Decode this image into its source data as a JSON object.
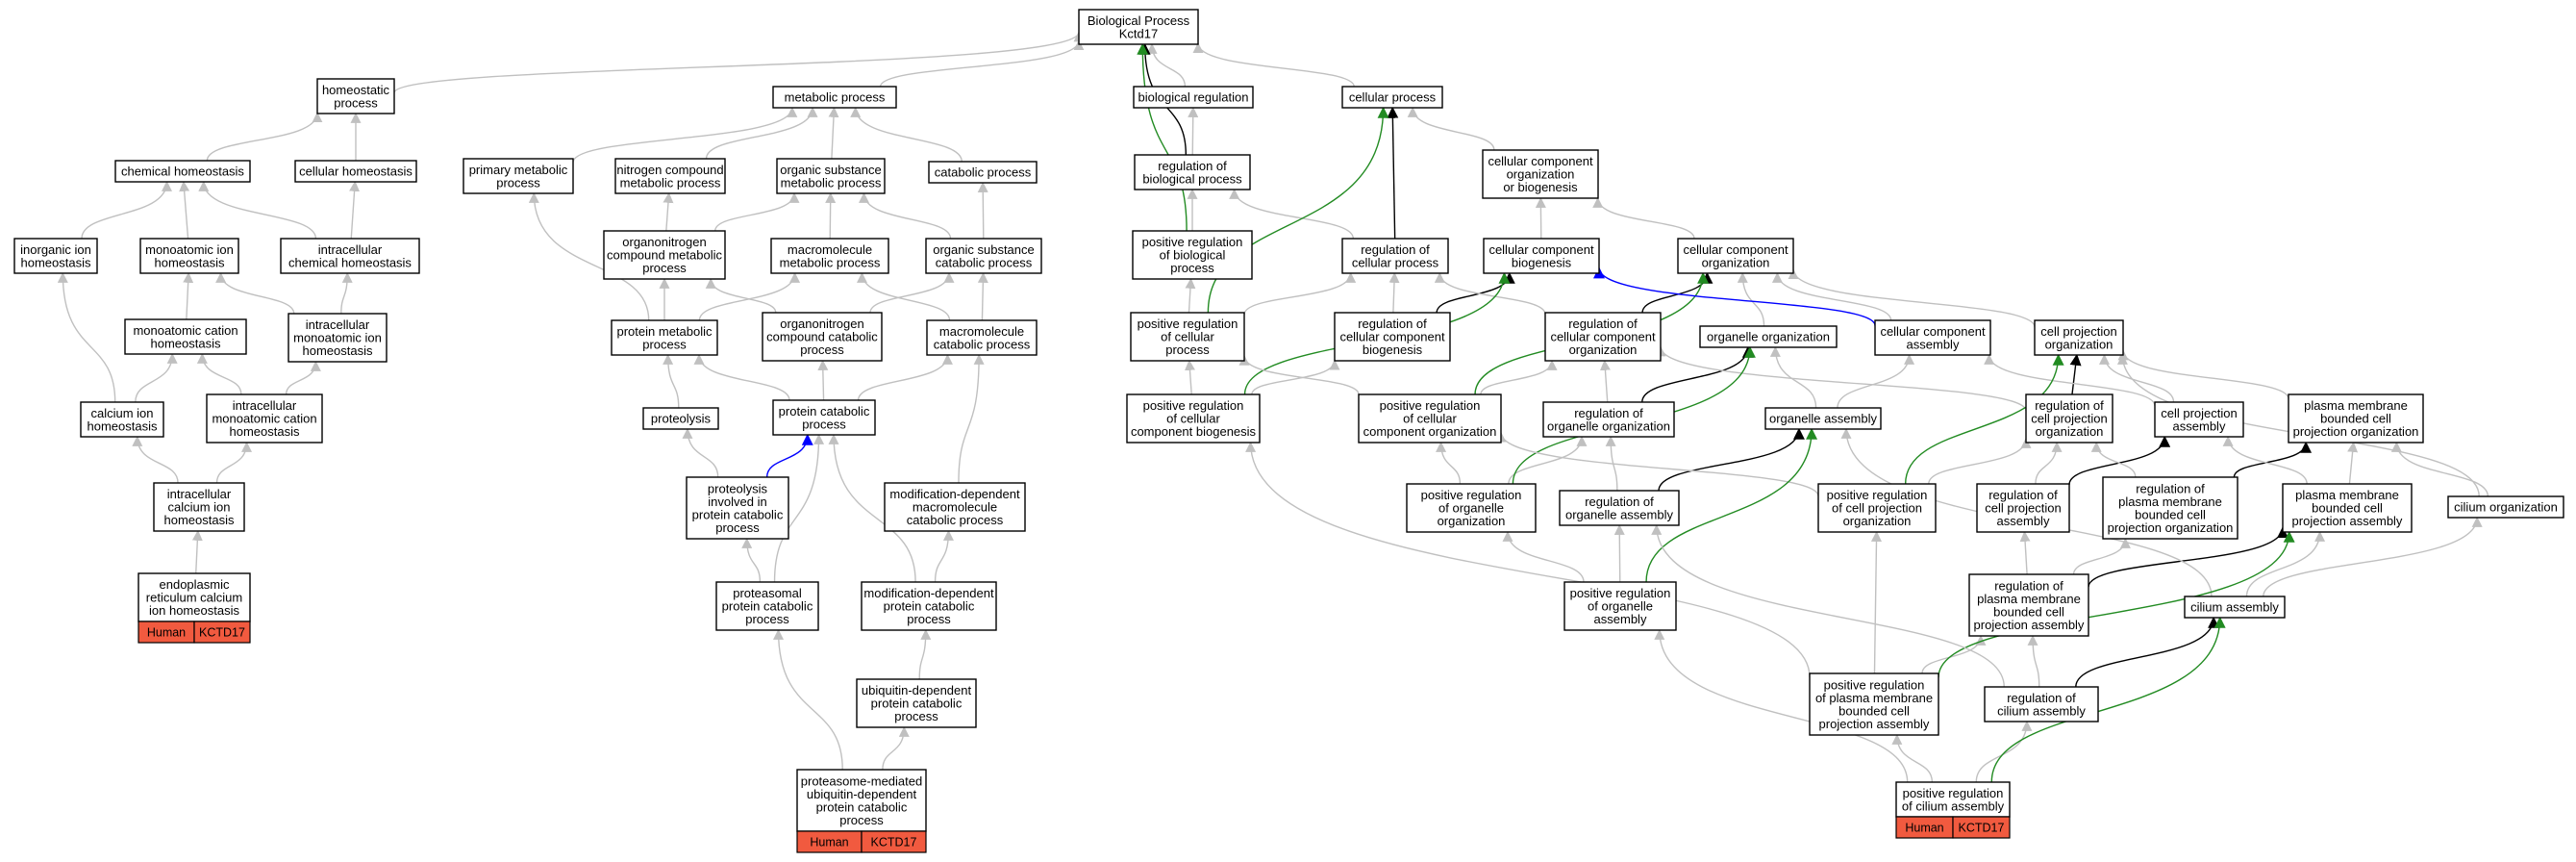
{
  "colors": {
    "gray": "#c0c0c0",
    "black": "#000000",
    "green": "#228b22",
    "blue": "#0000ff",
    "badge": "#f15a3f"
  },
  "badges": {
    "organism": "Human",
    "gene": "KCTD17"
  },
  "nodes": {
    "bp": [
      "Biological Process",
      "Kctd17"
    ],
    "homeostatic": [
      "homeostatic",
      "process"
    ],
    "chem_homeo": [
      "chemical homeostasis"
    ],
    "cell_homeo": [
      "cellular homeostasis"
    ],
    "inorg_ion": [
      "inorganic ion",
      "homeostasis"
    ],
    "monoatomic_ion": [
      "monoatomic ion",
      "homeostasis"
    ],
    "intra_chem": [
      "intracellular",
      "chemical homeostasis"
    ],
    "mono_cation": [
      "monoatomic cation",
      "homeostasis"
    ],
    "intra_mono_ion": [
      "intracellular",
      "monoatomic ion",
      "homeostasis"
    ],
    "calcium_ion": [
      "calcium ion",
      "homeostasis"
    ],
    "intra_mono_cation": [
      "intracellular",
      "monoatomic cation",
      "homeostasis"
    ],
    "intra_calcium": [
      "intracellular",
      "calcium ion",
      "homeostasis"
    ],
    "er_calcium": [
      "endoplasmic",
      "reticulum calcium",
      "ion homeostasis"
    ],
    "metabolic": [
      "metabolic process"
    ],
    "primary_met": [
      "primary metabolic",
      "process"
    ],
    "nitrogen_met": [
      "nitrogen compound",
      "metabolic process"
    ],
    "org_sub_met": [
      "organic substance",
      "metabolic process"
    ],
    "catabolic": [
      "catabolic process"
    ],
    "orgN_met": [
      "organonitrogen",
      "compound metabolic",
      "process"
    ],
    "macro_met": [
      "macromolecule",
      "metabolic process"
    ],
    "org_sub_cat": [
      "organic substance",
      "catabolic process"
    ],
    "protein_met": [
      "protein metabolic",
      "process"
    ],
    "orgN_cat": [
      "organonitrogen",
      "compound catabolic",
      "process"
    ],
    "macro_cat": [
      "macromolecule",
      "catabolic process"
    ],
    "proteolysis": [
      "proteolysis"
    ],
    "protein_cat": [
      "protein catabolic",
      "process"
    ],
    "proteolysis_pc": [
      "proteolysis",
      "involved in",
      "protein catabolic",
      "process"
    ],
    "moddep_macro": [
      "modification-dependent",
      "macromolecule",
      "catabolic process"
    ],
    "proteasomal": [
      "proteasomal",
      "protein catabolic",
      "process"
    ],
    "moddep_protein": [
      "modification-dependent",
      "protein catabolic",
      "process"
    ],
    "ubiq_dep": [
      "ubiquitin-dependent",
      "protein catabolic",
      "process"
    ],
    "proteasome_ubiq": [
      "proteasome-mediated",
      "ubiquitin-dependent",
      "protein catabolic",
      "process"
    ],
    "bio_reg": [
      "biological regulation"
    ],
    "reg_bio": [
      "regulation of",
      "biological process"
    ],
    "pos_reg_bio": [
      "positive regulation",
      "of biological",
      "process"
    ],
    "cellular_proc": [
      "cellular process"
    ],
    "reg_cell_proc": [
      "regulation of",
      "cellular process"
    ],
    "pos_reg_cell": [
      "positive regulation",
      "of cellular",
      "process"
    ],
    "cc_org_bio": [
      "cellular component",
      "organization",
      "or biogenesis"
    ],
    "cc_biogenesis": [
      "cellular component",
      "biogenesis"
    ],
    "cc_organization": [
      "cellular component",
      "organization"
    ],
    "reg_cc_bio": [
      "regulation of",
      "cellular component",
      "biogenesis"
    ],
    "reg_cc_org": [
      "regulation of",
      "cellular component",
      "organization"
    ],
    "pos_reg_cc_bio": [
      "positive regulation",
      "of cellular",
      "component biogenesis"
    ],
    "pos_reg_cc_org": [
      "positive regulation",
      "of cellular",
      "component organization"
    ],
    "organelle_org": [
      "organelle organization"
    ],
    "cc_assembly": [
      "cellular component",
      "assembly"
    ],
    "cell_proj_org": [
      "cell projection",
      "organization"
    ],
    "reg_organelle_org": [
      "regulation of",
      "organelle organization"
    ],
    "organelle_assembly": [
      "organelle assembly"
    ],
    "reg_cell_proj_org": [
      "regulation of",
      "cell projection",
      "organization"
    ],
    "cell_proj_assembly": [
      "cell projection",
      "assembly"
    ],
    "pm_proj_org": [
      "plasma membrane",
      "bounded cell",
      "projection organization"
    ],
    "pos_reg_organelle_org": [
      "positive regulation",
      "of organelle",
      "organization"
    ],
    "reg_organelle_assembly": [
      "regulation of",
      "organelle assembly"
    ],
    "pos_reg_cell_proj_org": [
      "positive regulation",
      "of cell projection",
      "organization"
    ],
    "reg_cell_proj_assembly": [
      "regulation of",
      "cell projection",
      "assembly"
    ],
    "reg_pm_proj_org": [
      "regulation of",
      "plasma membrane",
      "bounded cell",
      "projection organization"
    ],
    "pm_proj_assembly": [
      "plasma membrane",
      "bounded cell",
      "projection assembly"
    ],
    "cilium_org": [
      "cilium organization"
    ],
    "pos_reg_organelle_assembly": [
      "positive regulation",
      "of organelle",
      "assembly"
    ],
    "reg_pm_proj_assembly": [
      "regulation of",
      "plasma membrane",
      "bounded cell",
      "projection assembly"
    ],
    "cilium_assembly": [
      "cilium assembly"
    ],
    "pos_reg_pm_proj_assembly": [
      "positive regulation",
      "of plasma membrane",
      "bounded cell",
      "projection assembly"
    ],
    "reg_cilium_assembly": [
      "regulation of",
      "cilium assembly"
    ],
    "pos_reg_cilium_assembly": [
      "positive regulation",
      "of cilium assembly"
    ]
  },
  "edges": [
    [
      "homeostatic",
      "bp",
      "gray"
    ],
    [
      "metabolic",
      "bp",
      "gray"
    ],
    [
      "bio_reg",
      "bp",
      "gray"
    ],
    [
      "cellular_proc",
      "bp",
      "gray"
    ],
    [
      "reg_bio",
      "bp",
      "black"
    ],
    [
      "pos_reg_bio",
      "bp",
      "green"
    ],
    [
      "chem_homeo",
      "homeostatic",
      "gray"
    ],
    [
      "cell_homeo",
      "homeostatic",
      "gray"
    ],
    [
      "inorg_ion",
      "chem_homeo",
      "gray"
    ],
    [
      "monoatomic_ion",
      "chem_homeo",
      "gray"
    ],
    [
      "intra_chem",
      "chem_homeo",
      "gray"
    ],
    [
      "intra_chem",
      "cell_homeo",
      "gray"
    ],
    [
      "mono_cation",
      "monoatomic_ion",
      "gray"
    ],
    [
      "intra_mono_ion",
      "monoatomic_ion",
      "gray"
    ],
    [
      "intra_mono_ion",
      "intra_chem",
      "gray"
    ],
    [
      "calcium_ion",
      "inorg_ion",
      "gray"
    ],
    [
      "calcium_ion",
      "mono_cation",
      "gray"
    ],
    [
      "intra_mono_cation",
      "mono_cation",
      "gray"
    ],
    [
      "intra_mono_cation",
      "intra_mono_ion",
      "gray"
    ],
    [
      "intra_calcium",
      "calcium_ion",
      "gray"
    ],
    [
      "intra_calcium",
      "intra_mono_cation",
      "gray"
    ],
    [
      "er_calcium",
      "intra_calcium",
      "gray"
    ],
    [
      "primary_met",
      "metabolic",
      "gray"
    ],
    [
      "nitrogen_met",
      "metabolic",
      "gray"
    ],
    [
      "org_sub_met",
      "metabolic",
      "gray"
    ],
    [
      "catabolic",
      "metabolic",
      "gray"
    ],
    [
      "orgN_met",
      "nitrogen_met",
      "gray"
    ],
    [
      "orgN_met",
      "org_sub_met",
      "gray"
    ],
    [
      "macro_met",
      "org_sub_met",
      "gray"
    ],
    [
      "org_sub_cat",
      "org_sub_met",
      "gray"
    ],
    [
      "org_sub_cat",
      "catabolic",
      "gray"
    ],
    [
      "protein_met",
      "primary_met",
      "gray"
    ],
    [
      "protein_met",
      "orgN_met",
      "gray"
    ],
    [
      "protein_met",
      "macro_met",
      "gray"
    ],
    [
      "orgN_cat",
      "orgN_met",
      "gray"
    ],
    [
      "orgN_cat",
      "org_sub_cat",
      "gray"
    ],
    [
      "macro_cat",
      "macro_met",
      "gray"
    ],
    [
      "macro_cat",
      "org_sub_cat",
      "gray"
    ],
    [
      "proteolysis",
      "protein_met",
      "gray"
    ],
    [
      "protein_cat",
      "protein_met",
      "gray"
    ],
    [
      "protein_cat",
      "orgN_cat",
      "gray"
    ],
    [
      "protein_cat",
      "macro_cat",
      "gray"
    ],
    [
      "proteolysis_pc",
      "proteolysis",
      "gray"
    ],
    [
      "proteolysis_pc",
      "protein_cat",
      "blue"
    ],
    [
      "moddep_macro",
      "macro_cat",
      "gray"
    ],
    [
      "proteasomal",
      "proteolysis_pc",
      "gray"
    ],
    [
      "proteasomal",
      "protein_cat",
      "gray"
    ],
    [
      "moddep_protein",
      "protein_cat",
      "gray"
    ],
    [
      "moddep_protein",
      "moddep_macro",
      "gray"
    ],
    [
      "ubiq_dep",
      "moddep_protein",
      "gray"
    ],
    [
      "proteasome_ubiq",
      "proteasomal",
      "gray"
    ],
    [
      "proteasome_ubiq",
      "ubiq_dep",
      "gray"
    ],
    [
      "reg_bio",
      "bio_reg",
      "gray"
    ],
    [
      "pos_reg_bio",
      "reg_bio",
      "gray"
    ],
    [
      "reg_cell_proc",
      "reg_bio",
      "gray"
    ],
    [
      "reg_cell_proc",
      "cellular_proc",
      "black"
    ],
    [
      "cc_org_bio",
      "cellular_proc",
      "gray"
    ],
    [
      "pos_reg_cell",
      "pos_reg_bio",
      "gray"
    ],
    [
      "pos_reg_cell",
      "reg_cell_proc",
      "gray"
    ],
    [
      "pos_reg_cell",
      "cellular_proc",
      "green"
    ],
    [
      "cc_biogenesis",
      "cc_org_bio",
      "gray"
    ],
    [
      "cc_organization",
      "cc_org_bio",
      "gray"
    ],
    [
      "reg_cc_bio",
      "reg_cell_proc",
      "gray"
    ],
    [
      "reg_cc_bio",
      "cc_biogenesis",
      "black"
    ],
    [
      "reg_cc_org",
      "reg_cell_proc",
      "gray"
    ],
    [
      "reg_cc_org",
      "cc_organization",
      "black"
    ],
    [
      "pos_reg_cc_bio",
      "pos_reg_cell",
      "gray"
    ],
    [
      "pos_reg_cc_bio",
      "reg_cc_bio",
      "gray"
    ],
    [
      "pos_reg_cc_bio",
      "cc_biogenesis",
      "green"
    ],
    [
      "pos_reg_cc_org",
      "pos_reg_cell",
      "gray"
    ],
    [
      "pos_reg_cc_org",
      "reg_cc_org",
      "gray"
    ],
    [
      "pos_reg_cc_org",
      "cc_organization",
      "green"
    ],
    [
      "organelle_org",
      "cc_organization",
      "gray"
    ],
    [
      "cc_assembly",
      "cc_biogenesis",
      "blue"
    ],
    [
      "cc_assembly",
      "cc_organization",
      "gray"
    ],
    [
      "cell_proj_org",
      "cc_organization",
      "gray"
    ],
    [
      "reg_organelle_org",
      "reg_cc_org",
      "gray"
    ],
    [
      "reg_organelle_org",
      "organelle_org",
      "black"
    ],
    [
      "organelle_assembly",
      "organelle_org",
      "gray"
    ],
    [
      "organelle_assembly",
      "cc_assembly",
      "gray"
    ],
    [
      "reg_cell_proj_org",
      "reg_cc_org",
      "gray"
    ],
    [
      "reg_cell_proj_org",
      "cell_proj_org",
      "black"
    ],
    [
      "cell_proj_assembly",
      "cell_proj_org",
      "gray"
    ],
    [
      "cell_proj_assembly",
      "cc_assembly",
      "gray"
    ],
    [
      "pm_proj_org",
      "cell_proj_org",
      "gray"
    ],
    [
      "pos_reg_organelle_org",
      "reg_organelle_org",
      "gray"
    ],
    [
      "pos_reg_organelle_org",
      "pos_reg_cc_org",
      "gray"
    ],
    [
      "pos_reg_organelle_org",
      "organelle_org",
      "green"
    ],
    [
      "reg_organelle_assembly",
      "reg_organelle_org",
      "gray"
    ],
    [
      "reg_organelle_assembly",
      "organelle_assembly",
      "black"
    ],
    [
      "pos_reg_cell_proj_org",
      "reg_cell_proj_org",
      "gray"
    ],
    [
      "pos_reg_cell_proj_org",
      "pos_reg_cc_org",
      "gray"
    ],
    [
      "pos_reg_cell_proj_org",
      "cell_proj_org",
      "green"
    ],
    [
      "reg_cell_proj_assembly",
      "reg_cell_proj_org",
      "gray"
    ],
    [
      "reg_cell_proj_assembly",
      "cell_proj_assembly",
      "black"
    ],
    [
      "reg_pm_proj_org",
      "reg_cell_proj_org",
      "gray"
    ],
    [
      "reg_pm_proj_org",
      "pm_proj_org",
      "black"
    ],
    [
      "pm_proj_assembly",
      "cell_proj_assembly",
      "gray"
    ],
    [
      "pm_proj_assembly",
      "pm_proj_org",
      "gray"
    ],
    [
      "cilium_org",
      "pm_proj_org",
      "gray"
    ],
    [
      "cilium_org",
      "cell_proj_org",
      "gray"
    ],
    [
      "pos_reg_organelle_assembly",
      "reg_organelle_assembly",
      "gray"
    ],
    [
      "pos_reg_organelle_assembly",
      "pos_reg_organelle_org",
      "gray"
    ],
    [
      "pos_reg_organelle_assembly",
      "organelle_assembly",
      "green"
    ],
    [
      "reg_pm_proj_assembly",
      "reg_cell_proj_assembly",
      "gray"
    ],
    [
      "reg_pm_proj_assembly",
      "reg_pm_proj_org",
      "gray"
    ],
    [
      "reg_pm_proj_assembly",
      "pm_proj_assembly",
      "black"
    ],
    [
      "cilium_assembly",
      "pm_proj_assembly",
      "gray"
    ],
    [
      "cilium_assembly",
      "cilium_org",
      "gray"
    ],
    [
      "cilium_assembly",
      "organelle_assembly",
      "gray"
    ],
    [
      "pos_reg_pm_proj_assembly",
      "reg_pm_proj_assembly",
      "gray"
    ],
    [
      "pos_reg_pm_proj_assembly",
      "pos_reg_cell_proj_org",
      "gray"
    ],
    [
      "pos_reg_pm_proj_assembly",
      "pos_reg_cc_bio",
      "gray"
    ],
    [
      "pos_reg_pm_proj_assembly",
      "pm_proj_assembly",
      "green"
    ],
    [
      "reg_cilium_assembly",
      "reg_pm_proj_assembly",
      "gray"
    ],
    [
      "reg_cilium_assembly",
      "reg_organelle_assembly",
      "gray"
    ],
    [
      "reg_cilium_assembly",
      "cilium_assembly",
      "black"
    ],
    [
      "pos_reg_cilium_assembly",
      "reg_cilium_assembly",
      "gray"
    ],
    [
      "pos_reg_cilium_assembly",
      "pos_reg_pm_proj_assembly",
      "gray"
    ],
    [
      "pos_reg_cilium_assembly",
      "pos_reg_organelle_assembly",
      "gray"
    ],
    [
      "pos_reg_cilium_assembly",
      "cilium_assembly",
      "green"
    ]
  ]
}
